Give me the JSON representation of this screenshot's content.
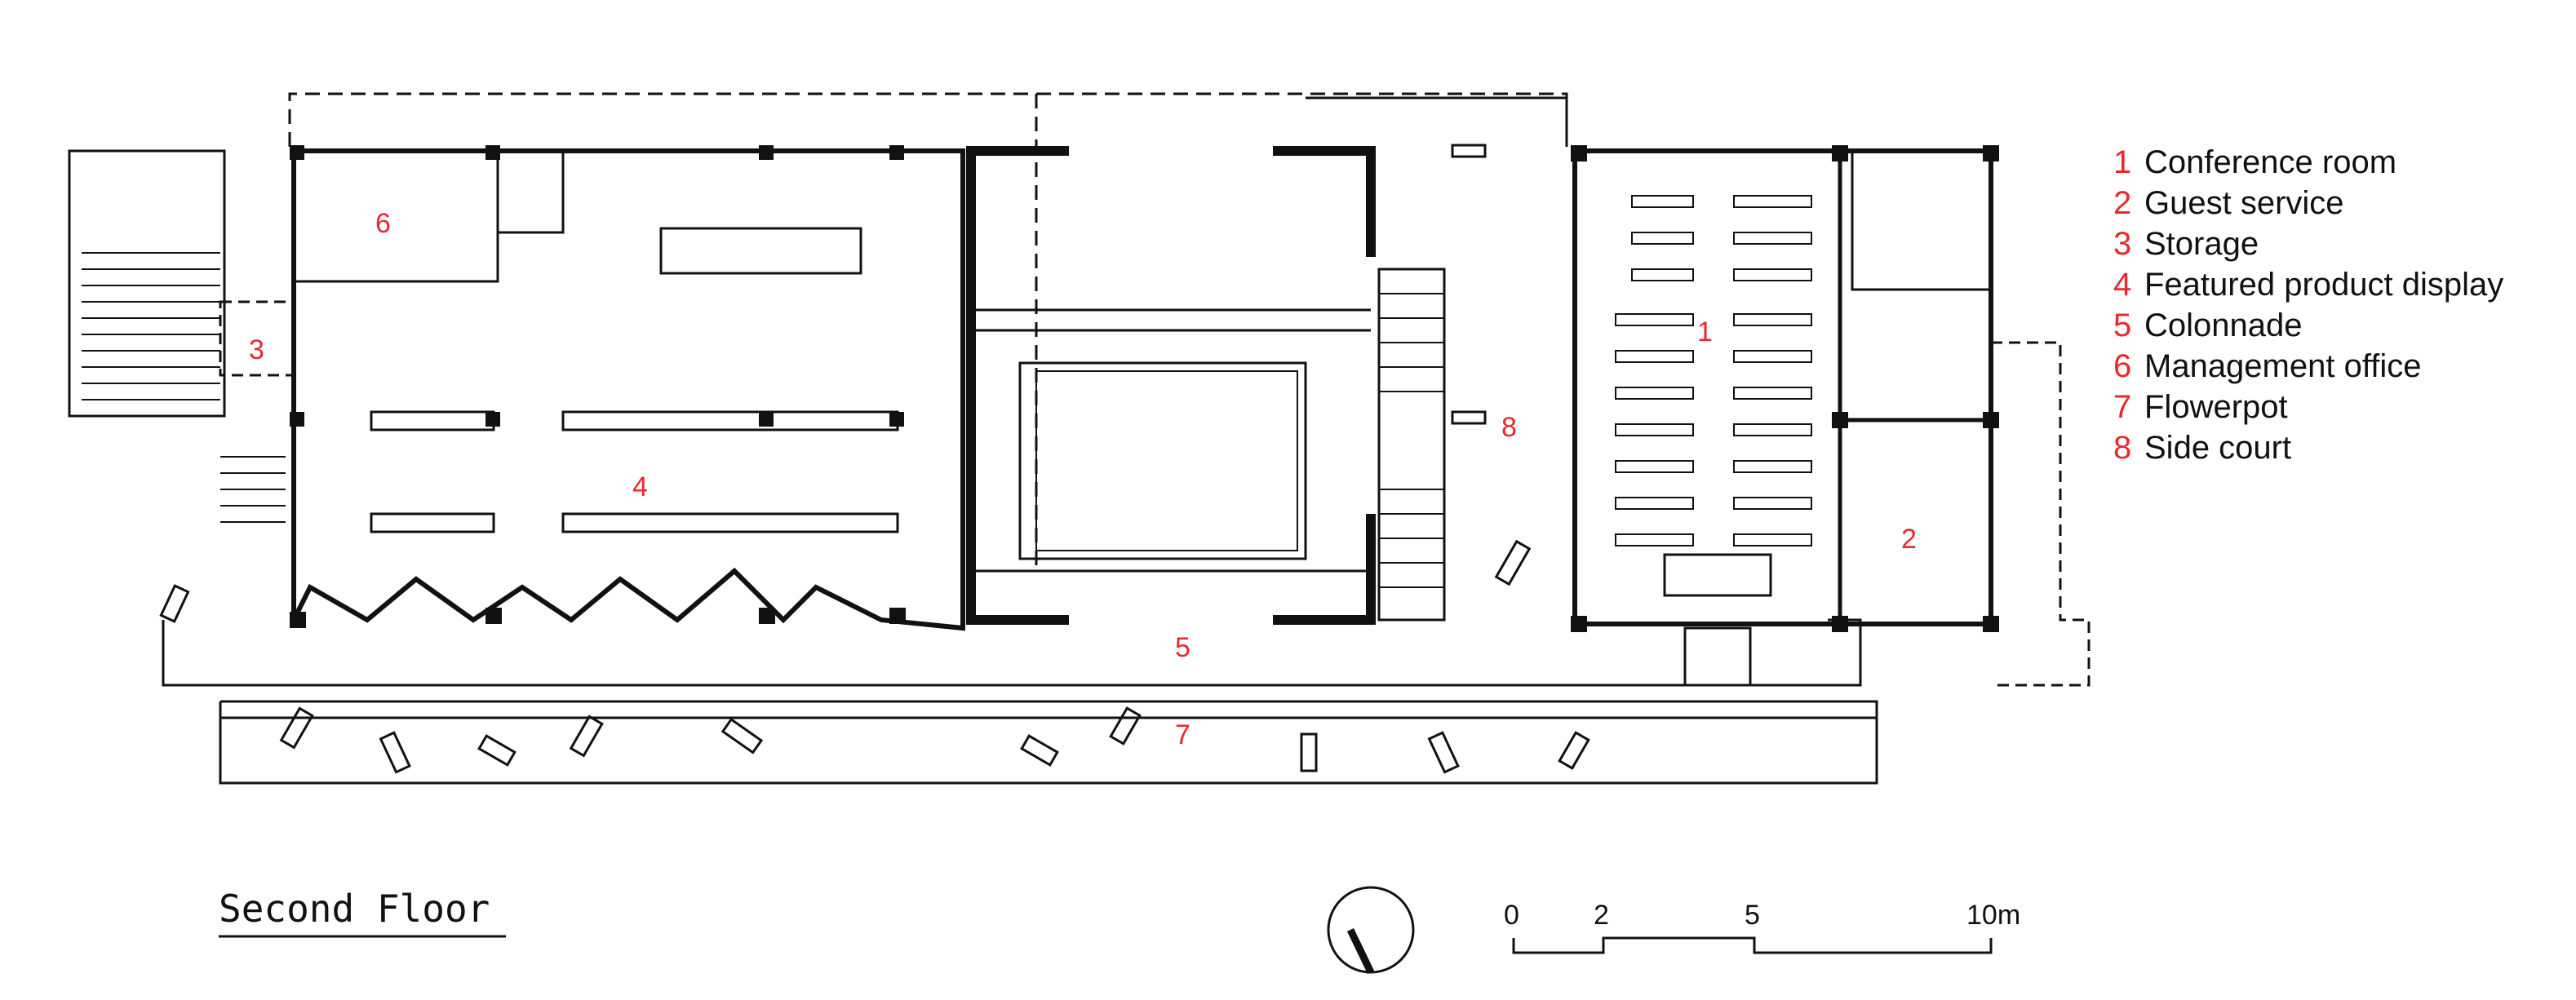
{
  "colors": {
    "label": "#e8282d",
    "line": "#111111",
    "background": "#ffffff"
  },
  "rooms": [
    {
      "num": "1",
      "name": "Conference room"
    },
    {
      "num": "2",
      "name": "Guest service"
    },
    {
      "num": "3",
      "name": "Storage"
    },
    {
      "num": "4",
      "name": "Featured product display"
    },
    {
      "num": "5",
      "name": "Colonnade"
    },
    {
      "num": "6",
      "name": "Management office"
    },
    {
      "num": "7",
      "name": "Flowerpot"
    },
    {
      "num": "8",
      "name": "Side court"
    }
  ],
  "title": "Second Floor",
  "scale": {
    "ticks": [
      "0",
      "2",
      "5",
      "10m"
    ]
  },
  "icons": [
    "north-arrow-icon",
    "scale-bar-icon"
  ]
}
